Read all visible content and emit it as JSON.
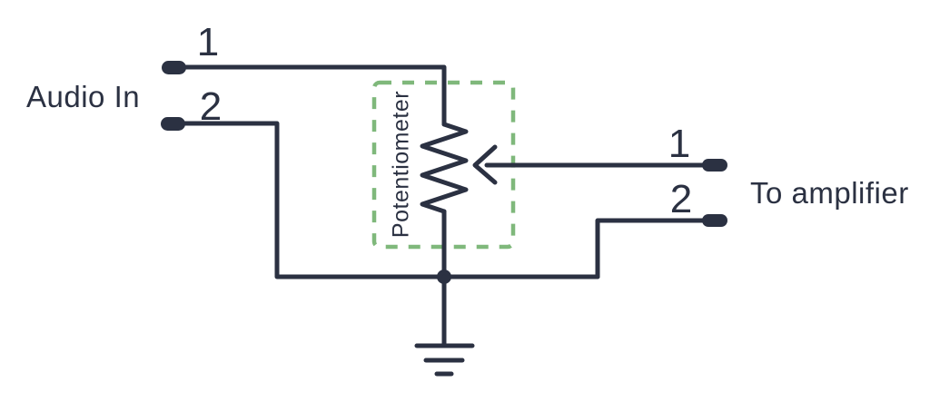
{
  "diagram": {
    "type": "circuit-schematic",
    "colors": {
      "line": "#2b3142",
      "box_green": "#7fb87b",
      "background": "#ffffff"
    },
    "input": {
      "label": "Audio In",
      "pin1": "1",
      "pin2": "2"
    },
    "output": {
      "label": "To amplifier",
      "pin1": "1",
      "pin2": "2"
    },
    "component": {
      "label": "Potentiometer"
    }
  }
}
